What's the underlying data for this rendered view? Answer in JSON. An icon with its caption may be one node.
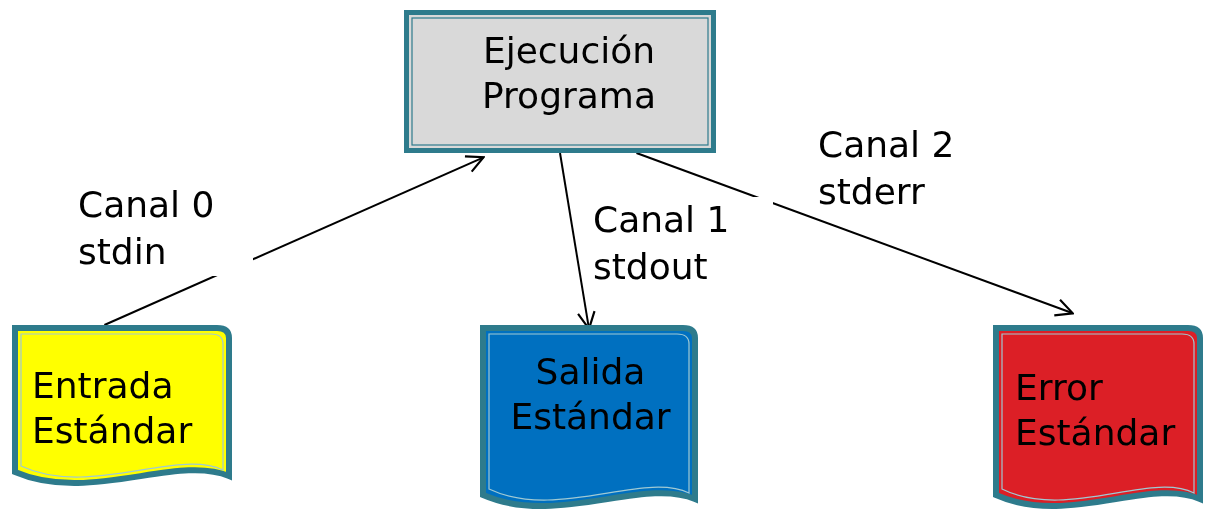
{
  "diagram": {
    "nodes": [
      {
        "text": [
          "Ejecución Programa"
        ]
      },
      {
        "text": [
          "Entrada Estándar"
        ]
      },
      {
        "text": [
          "Salida Estándar"
        ]
      },
      {
        "text": [
          "Error Estándar"
        ]
      }
    ],
    "edges": [
      {
        "from": 1,
        "to": 0,
        "arrow": "to",
        "label": "Canal 0 stdin"
      },
      {
        "from": 0,
        "to": 2,
        "arrow": "to",
        "label": "Canal 1 stdout"
      },
      {
        "from": 0,
        "to": 3,
        "arrow": "to",
        "label": "Canal 2 stderr"
      }
    ]
  }
}
